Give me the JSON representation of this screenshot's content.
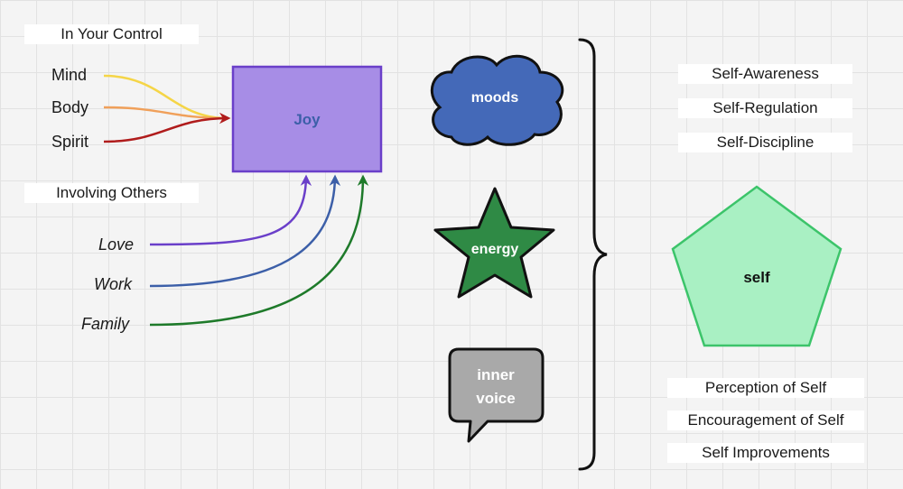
{
  "control": {
    "header": "In Your Control",
    "items": [
      "Mind",
      "Body",
      "Spirit"
    ]
  },
  "others": {
    "header": "Involving Others",
    "items": [
      "Love",
      "Work",
      "Family"
    ]
  },
  "joy": {
    "label": "Joy"
  },
  "shapes": {
    "moods": "moods",
    "energy": "energy",
    "inner_voice_line1": "inner",
    "inner_voice_line2": "voice",
    "self": "self"
  },
  "right_labels": {
    "top": [
      "Self-Awareness",
      "Self-Regulation",
      "Self-Discipline"
    ],
    "bottom": [
      "Perception of Self",
      "Encouragement of Self",
      "Self Improvements"
    ]
  },
  "colors": {
    "joy_fill": "#a78de6",
    "joy_stroke": "#6a3fc9",
    "mind": "#f5d547",
    "body": "#f0a05a",
    "spirit": "#b01c1c",
    "love": "#6a3fc9",
    "work": "#3c5fa8",
    "family": "#1e7a2a",
    "moods_fill": "#4469b8",
    "energy_fill": "#2f8a45",
    "inner_fill": "#a9a9a9",
    "self_fill": "#a9f0c3",
    "self_stroke": "#3cc46a"
  }
}
